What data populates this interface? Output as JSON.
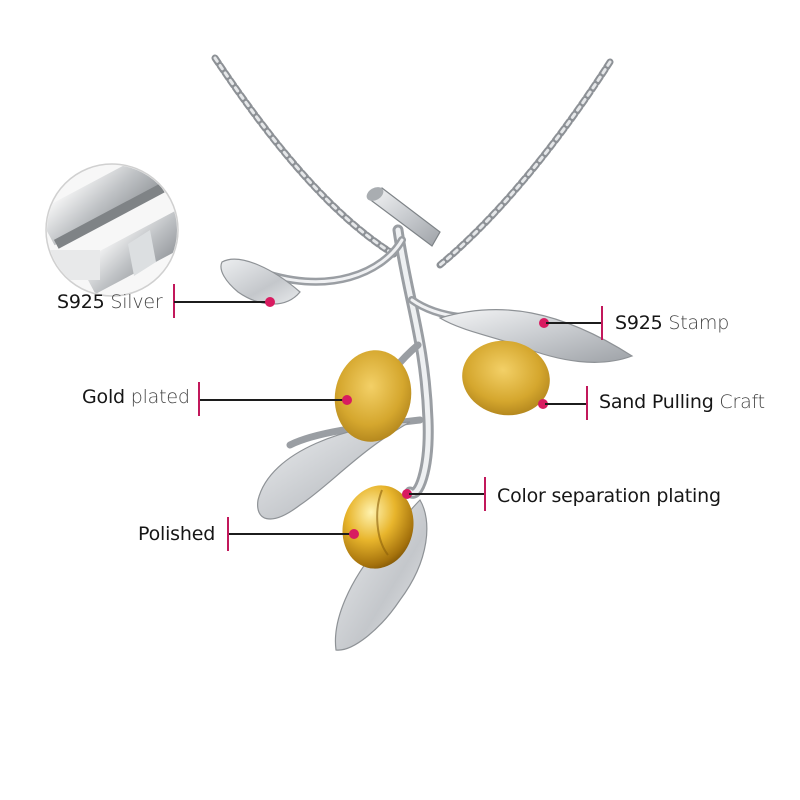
{
  "theme": {
    "accent": "#d81b60",
    "tick_color": "#c2185b",
    "leader_color": "#1c1c1c",
    "silver": "#d6d8da",
    "gold": "#d4a72c"
  },
  "inset": {
    "subject": "silver bars",
    "icon": "silver-bars-icon"
  },
  "product": {
    "subject": "olive branch pendant necklace"
  },
  "annotations": [
    {
      "id": "s925-silver",
      "bold": "S925",
      "light": " Silver",
      "side": "left"
    },
    {
      "id": "gold-plated",
      "bold": "Gold",
      "light": " plated",
      "side": "left"
    },
    {
      "id": "polished",
      "bold": "Polished",
      "light": "",
      "side": "left"
    },
    {
      "id": "s925-stamp",
      "bold": "S925",
      "light": " Stamp",
      "side": "right"
    },
    {
      "id": "sand-pulling-craft",
      "bold": "Sand Pulling",
      "light": " Craft",
      "side": "right"
    },
    {
      "id": "color-separation-plating",
      "bold": "Color separation plating",
      "light": "",
      "side": "right"
    }
  ]
}
